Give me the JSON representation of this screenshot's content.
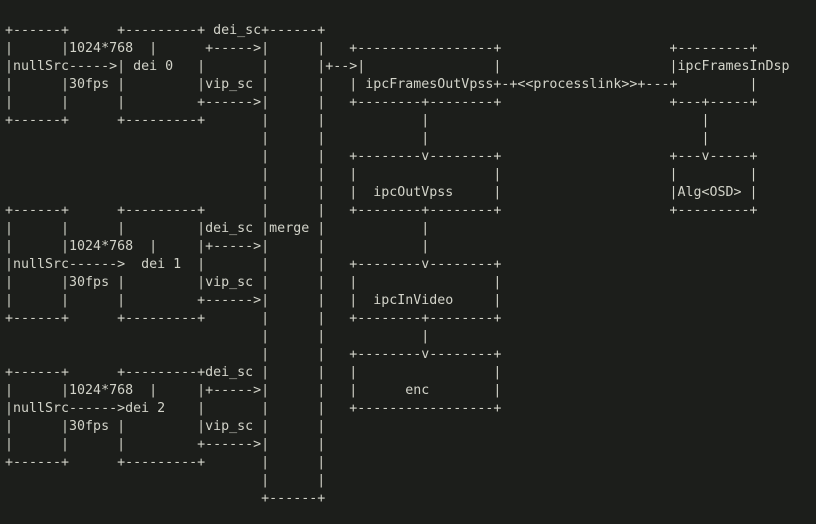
{
  "terminal": {
    "colors": {
      "background": "#1c1e1b",
      "foreground": "#d2d3c9"
    },
    "ascii_lines": [
      "+------+      +---------+ dei_sc+------+",
      "|      |1024*768  |      +----->|      |   +-----------------+                     +---------+",
      "|nullSrc----->| dei 0   |       |      |+-->|                |                     |ipcFramesInDsp",
      "|      |30fps |         |vip_sc |      |   | ipcFramesOutVpss+-+<<processlink>>+---+         |",
      "|      |      |         +------>|      |   +--------+--------+                     +---+-----+",
      "+------+      +---------+       |      |            |                                  |",
      "                                |      |            |                                  |",
      "                                |      |   +--------v--------+                     +---v-----+",
      "                                |      |   |                 |                     |         |",
      "                                |      |   |  ipcOutVpss     |                     |Alg<OSD> |",
      "+------+      +---------+       |      |   +--------+--------+                     +---------+",
      "|      |      |         |dei_sc |merge |            |",
      "|      |1024*768  |     |+----->|      |            |",
      "|nullSrc------>  dei 1  |       |      |   +--------v--------+",
      "|      |30fps |         |vip_sc |      |   |                 |",
      "|      |      |         +------>|      |   |  ipcInVideo     |",
      "+------+      +---------+       |      |   +--------+--------+",
      "                                |      |            |",
      "                                |      |   +--------v--------+",
      "+------+      +---------+dei_sc |      |   |                 |",
      "|      |1024*768  |     |+----->|      |   |      enc        |",
      "|nullSrc------>dei 2    |       |      |   +-----------------+",
      "|      |30fps |         |vip_sc |      |",
      "|      |      |         +------>|      |",
      "+------+      +---------+       |      |",
      "                                |      |",
      "                                +------+"
    ]
  },
  "diagram": {
    "sources": [
      {
        "name": "nullSrc",
        "resolution": "1024*768",
        "fps": "30fps",
        "dei": "dei 0",
        "outputs": [
          "dei_sc",
          "vip_sc"
        ]
      },
      {
        "name": "nullSrc",
        "resolution": "1024*768",
        "fps": "30fps",
        "dei": "dei 1",
        "outputs": [
          "dei_sc",
          "vip_sc"
        ]
      },
      {
        "name": "nullSrc",
        "resolution": "1024*768",
        "fps": "30fps",
        "dei": "dei 2",
        "outputs": [
          "dei_sc",
          "vip_sc"
        ]
      }
    ],
    "merge_node": "merge",
    "vpss_chain": [
      "ipcFramesOutVpss",
      "ipcOutVpss",
      "ipcInVideo",
      "enc"
    ],
    "dsp_chain": [
      "ipcFramesInDsp",
      "Alg<OSD>"
    ],
    "link_label": "<<processlink>>"
  }
}
